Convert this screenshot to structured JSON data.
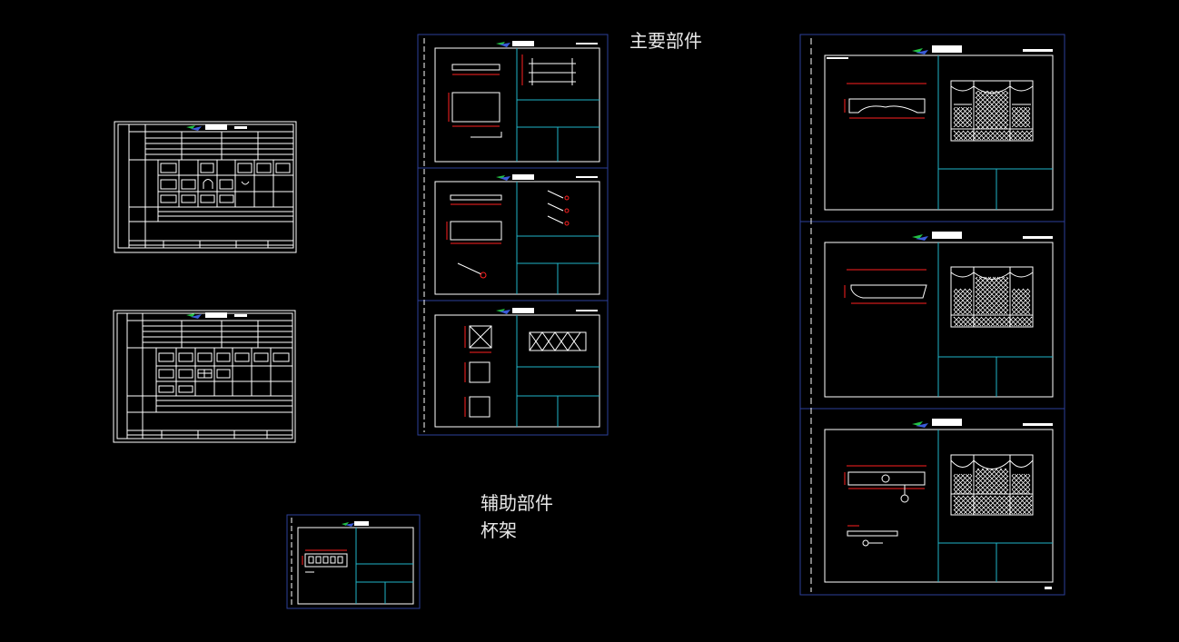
{
  "canvas": {
    "background": "#000000",
    "colors": {
      "white": "#ffffff",
      "frame": "#2d3f9a",
      "cyan": "#1fb5c8",
      "red": "#ff2020",
      "green": "#22c043",
      "blue": "#3a5bd8",
      "text": "#e8e8e8"
    }
  },
  "labels": {
    "main_parts": "主要部件",
    "aux_parts": "辅助部件",
    "cup_rack": "杯架"
  }
}
